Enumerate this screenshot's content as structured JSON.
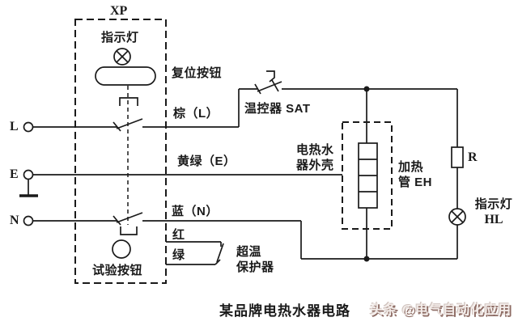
{
  "diagram": {
    "title_caption": "某品牌电热水器电路",
    "watermark": "头条 @电气自动化应用",
    "plug": {
      "label": "XP",
      "indicator_lamp": "指示灯",
      "reset_button": "复位按钮",
      "test_button": "试验按钮"
    },
    "terminals": {
      "live": "L",
      "earth": "E",
      "neutral": "N"
    },
    "wires": {
      "brown": "棕（L）",
      "yellow_green": "黄绿（E）",
      "blue": "蓝（N）",
      "red": "红",
      "green": "绿"
    },
    "components": {
      "thermostat": "温控器 SAT",
      "shell_line1": "电热水",
      "shell_line2": "器外壳",
      "heater_line1": "加热",
      "heater_line2": "管 EH",
      "resistor": "R",
      "hl_lamp_line1": "指示灯",
      "hl_lamp_line2": "HL",
      "otp_line1": "超温",
      "otp_line2": "保护器"
    },
    "colors": {
      "ink": "#1a1a1a",
      "background": "#ffffff",
      "watermark_face": "#f3ece9",
      "watermark_shadow": "#8d6b63"
    }
  }
}
